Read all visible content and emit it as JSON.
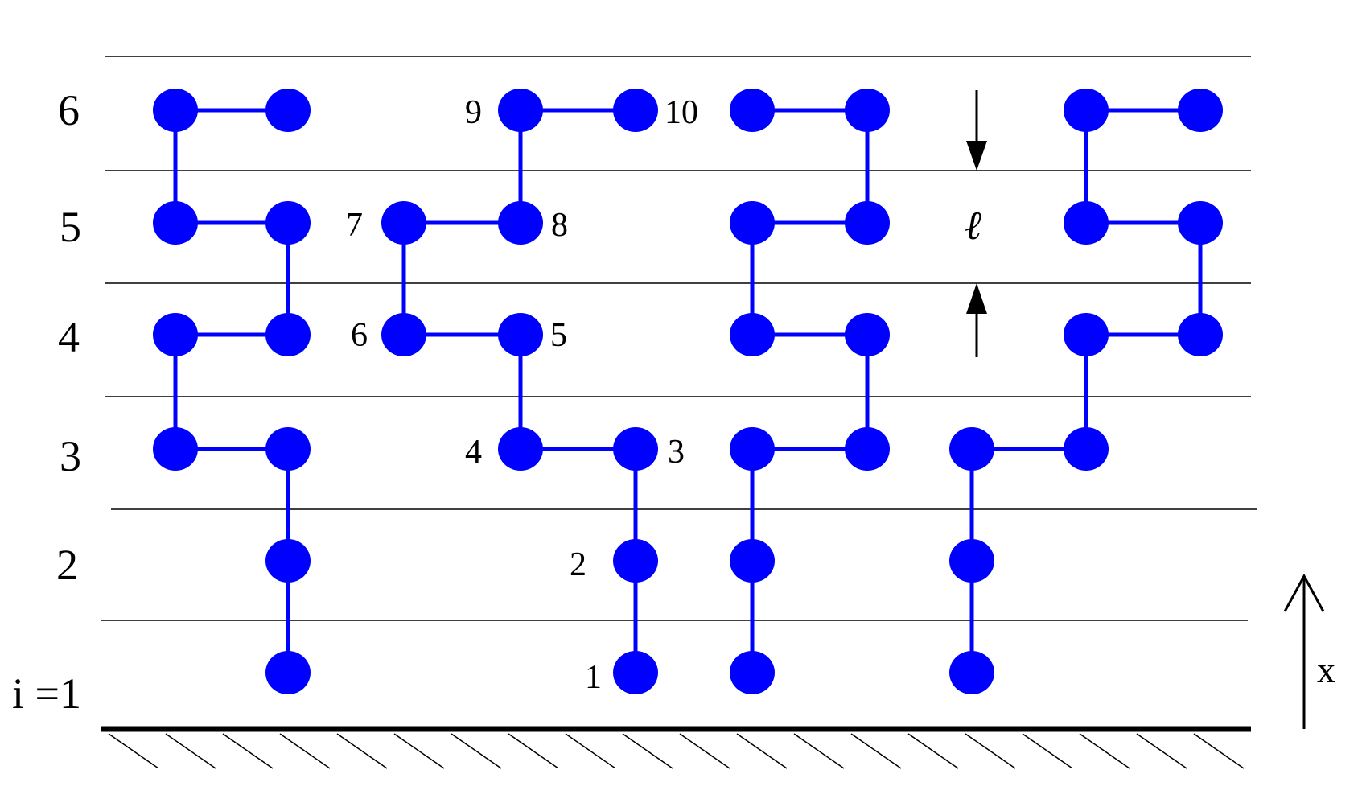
{
  "layer_labels": [
    "i =1",
    "2",
    "3",
    "4",
    "5",
    "6"
  ],
  "spacing_label": "ℓ",
  "axis_label": "x",
  "chain_bead_labels": [
    "1",
    "2",
    "3",
    "4",
    "5",
    "6",
    "7",
    "8",
    "9",
    "10"
  ],
  "colors": {
    "bead": "#0000ff",
    "bond": "#0000ff",
    "lines": "#000000",
    "background": "#ffffff"
  },
  "chains": [
    {
      "name": "chain-1",
      "beads": [
        [
          2,
          1
        ],
        [
          2,
          2
        ],
        [
          2,
          3
        ],
        [
          1,
          3
        ],
        [
          1,
          4
        ],
        [
          2,
          4
        ],
        [
          2,
          5
        ],
        [
          1,
          5
        ],
        [
          1,
          6
        ],
        [
          2,
          6
        ]
      ]
    },
    {
      "name": "chain-2",
      "beads": [
        [
          5,
          1
        ],
        [
          5,
          2
        ],
        [
          5,
          3
        ],
        [
          4,
          3
        ],
        [
          4,
          4
        ],
        [
          3,
          4
        ],
        [
          3,
          5
        ],
        [
          4,
          5
        ],
        [
          4,
          6
        ],
        [
          5,
          6
        ]
      ]
    },
    {
      "name": "chain-3",
      "beads": [
        [
          6,
          1
        ],
        [
          6,
          2
        ],
        [
          6,
          3
        ],
        [
          7,
          3
        ],
        [
          7,
          4
        ],
        [
          6,
          4
        ],
        [
          6,
          5
        ],
        [
          7,
          5
        ],
        [
          7,
          6
        ],
        [
          6,
          6
        ]
      ]
    },
    {
      "name": "chain-4",
      "beads": [
        [
          8,
          1
        ],
        [
          8,
          2
        ],
        [
          8,
          3
        ],
        [
          9,
          3
        ],
        [
          9,
          4
        ],
        [
          10,
          4
        ],
        [
          10,
          5
        ],
        [
          9,
          5
        ],
        [
          9,
          6
        ],
        [
          10,
          6
        ]
      ]
    }
  ]
}
